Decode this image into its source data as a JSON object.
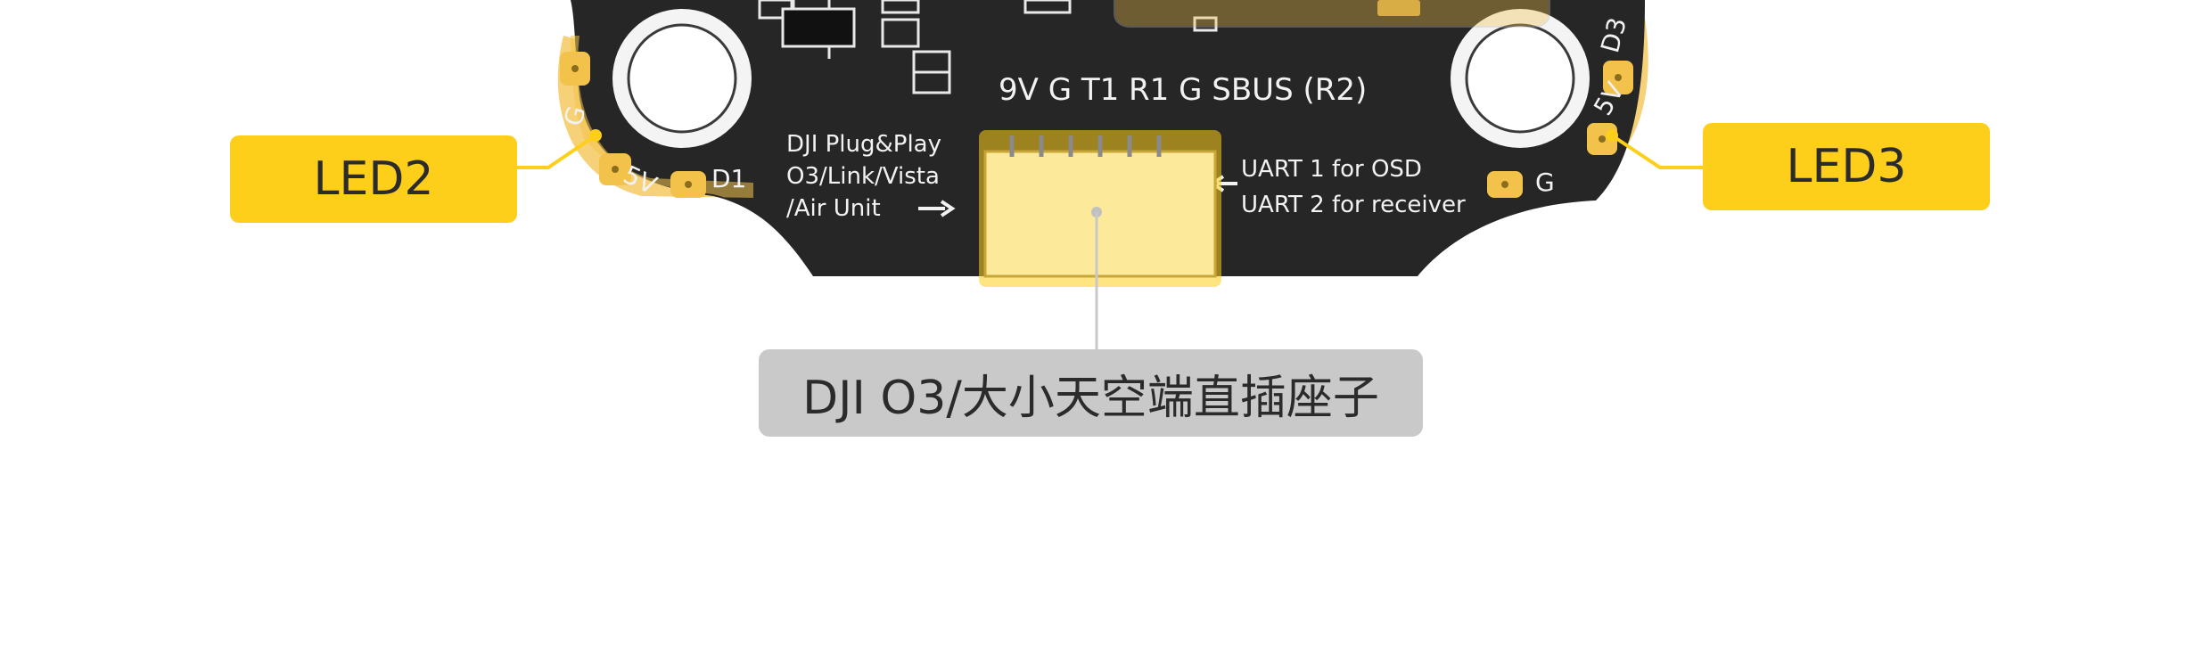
{
  "pcb": {
    "header_pins": "9V G T1 R1 G SBUS (R2)",
    "left_note_line1": "DJI Plug&Play",
    "left_note_line2": "O3/Link/Vista",
    "left_note_line3": "/Air Unit",
    "right_note_line1": "UART 1 for OSD",
    "right_note_line2": "UART 2 for receiver",
    "pad_left_g": "G",
    "pad_left_5v": "5V",
    "pad_left_d1": "D1",
    "pad_right_d3": "D3",
    "pad_right_5v": "5V",
    "pad_right_g": "G"
  },
  "callouts": {
    "led2": "LED2",
    "led3": "LED3",
    "socket": "DJI O3/大小天空端直插座子"
  },
  "colors": {
    "board": "#262626",
    "highlight": "#fecf1a",
    "pad": "#f3c24a",
    "socket_label_bg": "#c9c9c9",
    "background": "#ffffff"
  }
}
